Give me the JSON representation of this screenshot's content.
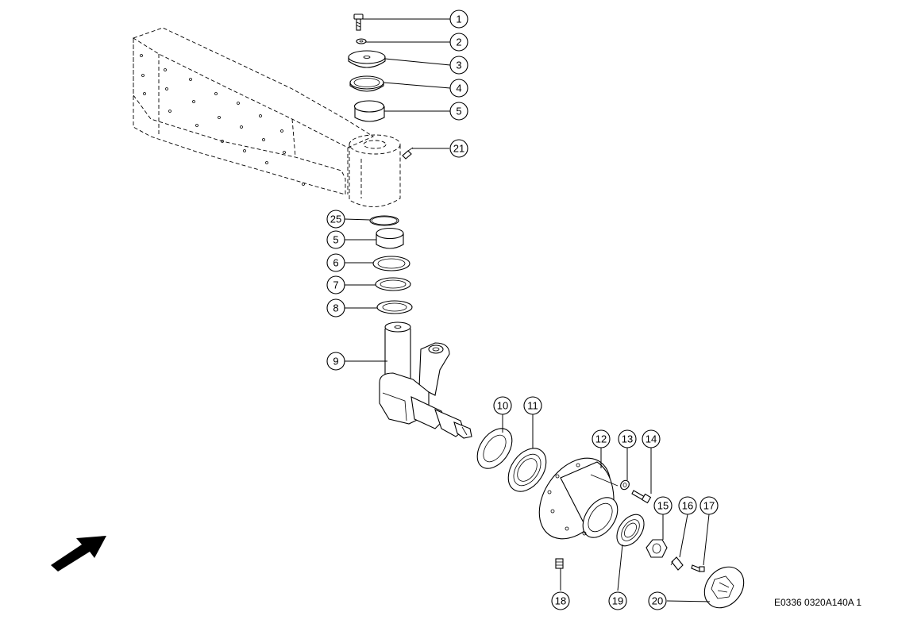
{
  "diagram": {
    "callouts": [
      "1",
      "2",
      "3",
      "4",
      "5",
      "21",
      "25",
      "5",
      "6",
      "7",
      "8",
      "9",
      "10",
      "11",
      "12",
      "13",
      "14",
      "15",
      "16",
      "17",
      "18",
      "19",
      "20"
    ],
    "reference_code": "E0336 0320A140A 1"
  }
}
